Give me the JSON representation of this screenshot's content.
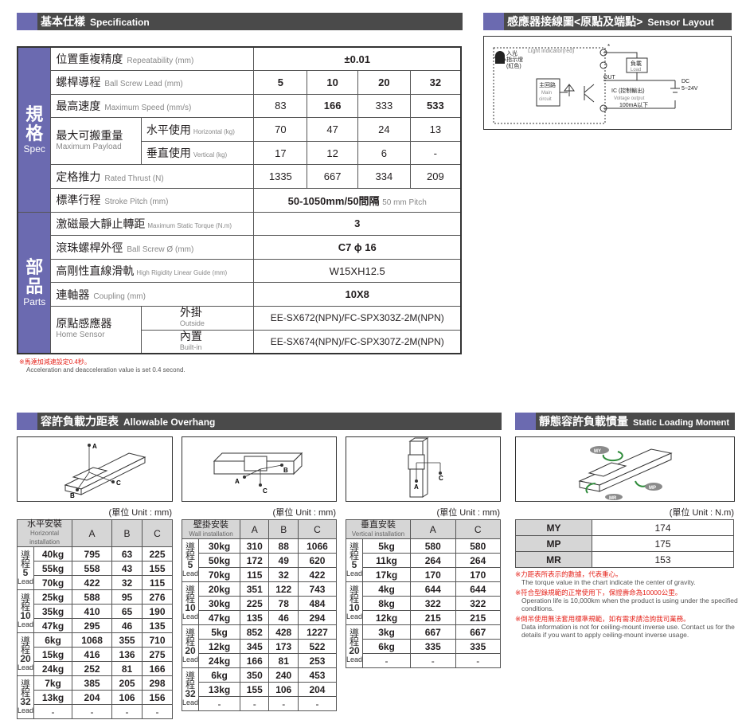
{
  "spec_header": {
    "zh": "基本仕樣",
    "en": "Specification"
  },
  "sensor_header": {
    "zh": "感應器接線圖<原點及端點>",
    "en": "Sensor Layout"
  },
  "overhang_header": {
    "zh": "容許負載力距表",
    "en": "Allowable Overhang"
  },
  "moment_header": {
    "zh": "靜態容許負載慣量",
    "en": "Static Loading Moment"
  },
  "spec": {
    "side1": {
      "zh1": "規",
      "zh2": "格",
      "en": "Spec"
    },
    "side2": {
      "zh1": "部",
      "zh2": "品",
      "en": "Parts"
    },
    "rows": {
      "repeat": {
        "zh": "位置重複精度",
        "en": "Repeatability (mm)",
        "value": "±0.01"
      },
      "lead": {
        "zh": "螺桿導程",
        "en": "Ball Screw Lead (mm)",
        "values": [
          "5",
          "10",
          "20",
          "32"
        ]
      },
      "speed": {
        "zh": "最高速度",
        "en": "Maximum Speed (mm/s)",
        "values": [
          "83",
          "166",
          "333",
          "533"
        ]
      },
      "payload": {
        "zh": "最大可搬重量",
        "en": "Maximum Payload",
        "h_zh": "水平使用",
        "h_en": "Horizontal (kg)",
        "h_values": [
          "70",
          "47",
          "24",
          "13"
        ],
        "v_zh": "垂直使用",
        "v_en": "Vertical (kg)",
        "v_values": [
          "17",
          "12",
          "6",
          "-"
        ]
      },
      "thrust": {
        "zh": "定格推力",
        "en": "Rated Thrust (N)",
        "values": [
          "1335",
          "667",
          "334",
          "209"
        ]
      },
      "stroke": {
        "zh": "標準行程",
        "en": "Stroke Pitch (mm)",
        "value": "50-1050mm/50間隔",
        "value_en": "50 mm Pitch"
      },
      "torque": {
        "zh": "激磁最大靜止轉距",
        "en": "Maximum Static Torque (N.m)",
        "value": "3"
      },
      "screw": {
        "zh": "滾珠螺桿外徑",
        "en": "Ball Screw Ø (mm)",
        "value": "C7 ϕ 16"
      },
      "guide": {
        "zh": "高剛性直線滑軌",
        "en": "High Rigidity Linear Guide (mm)",
        "value": "W15XH12.5"
      },
      "coupling": {
        "zh": "連軸器",
        "en": "Coupling (mm)",
        "value": "10X8"
      },
      "home": {
        "zh": "原點感應器",
        "en": "Home Sensor",
        "out_zh": "外掛",
        "out_en": "Outside",
        "out_value": "EE-SX672(NPN)/FC-SPX303Z-2M(NPN)",
        "in_zh": "內置",
        "in_en": "Built-in",
        "in_value": "EE-SX674(NPN)/FC-SPX307Z-2M(NPN)"
      }
    }
  },
  "spec_note": {
    "red": "※馬達加減速設定0.4秒。",
    "gray": "Acceleration and deacceleration value is set 0.4 second."
  },
  "sensor": {
    "light": "Light indicator(red)",
    "light_zh1": "入光",
    "light_zh2": "指示燈",
    "light_zh3": "(紅色)",
    "main_zh": "主回路",
    "main_en1": "Main",
    "main_en2": "circuit",
    "load_zh": "負載",
    "load_en": "Load",
    "out": "OUT",
    "ic": "IC (控制輸出)",
    "vout": "Voltage output",
    "ma": "100mA以下",
    "dc": "DC",
    "dcv": "5~24V",
    "plus": "⊕",
    "minus": "⊖",
    "star": "*",
    "o": "◎"
  },
  "units": {
    "mm": "(單位 Unit : mm)",
    "nm": "(單位 Unit : N.m)"
  },
  "labels": {
    "A": "A",
    "B": "B",
    "C": "C",
    "MY": "MY",
    "MP": "MP",
    "MR": "MR"
  },
  "overhang": {
    "horizontal": {
      "zh": "水平安裝",
      "en": "Horizontal installation",
      "cols": [
        "A",
        "B",
        "C"
      ],
      "groups": [
        {
          "lead_zh": "導程",
          "lead_num": "5",
          "rows": [
            [
              "40kg",
              "795",
              "63",
              "225"
            ],
            [
              "55kg",
              "558",
              "43",
              "155"
            ],
            [
              "70kg",
              "422",
              "32",
              "115"
            ]
          ]
        },
        {
          "lead_zh": "導程",
          "lead_num": "10",
          "rows": [
            [
              "25kg",
              "588",
              "95",
              "276"
            ],
            [
              "35kg",
              "410",
              "65",
              "190"
            ],
            [
              "47kg",
              "295",
              "46",
              "135"
            ]
          ]
        },
        {
          "lead_zh": "導程",
          "lead_num": "20",
          "rows": [
            [
              "6kg",
              "1068",
              "355",
              "710"
            ],
            [
              "15kg",
              "416",
              "136",
              "275"
            ],
            [
              "24kg",
              "252",
              "81",
              "166"
            ]
          ]
        },
        {
          "lead_zh": "導程",
          "lead_num": "32",
          "rows": [
            [
              "7kg",
              "385",
              "205",
              "298"
            ],
            [
              "13kg",
              "204",
              "106",
              "156"
            ],
            [
              "-",
              "-",
              "-",
              "-"
            ]
          ]
        }
      ]
    },
    "wall": {
      "zh": "壁掛安裝",
      "en": "Wall installation",
      "cols": [
        "A",
        "B",
        "C"
      ],
      "groups": [
        {
          "lead_zh": "導程",
          "lead_num": "5",
          "rows": [
            [
              "30kg",
              "310",
              "88",
              "1066"
            ],
            [
              "50kg",
              "172",
              "49",
              "620"
            ],
            [
              "70kg",
              "115",
              "32",
              "422"
            ]
          ]
        },
        {
          "lead_zh": "導程",
          "lead_num": "10",
          "rows": [
            [
              "20kg",
              "351",
              "122",
              "743"
            ],
            [
              "30kg",
              "225",
              "78",
              "484"
            ],
            [
              "47kg",
              "135",
              "46",
              "294"
            ]
          ]
        },
        {
          "lead_zh": "導程",
          "lead_num": "20",
          "rows": [
            [
              "5kg",
              "852",
              "428",
              "1227"
            ],
            [
              "12kg",
              "345",
              "173",
              "522"
            ],
            [
              "24kg",
              "166",
              "81",
              "253"
            ]
          ]
        },
        {
          "lead_zh": "導程",
          "lead_num": "32",
          "rows": [
            [
              "6kg",
              "350",
              "240",
              "453"
            ],
            [
              "13kg",
              "155",
              "106",
              "204"
            ],
            [
              "-",
              "-",
              "-",
              "-"
            ]
          ]
        }
      ]
    },
    "vertical": {
      "zh": "垂直安裝",
      "en": "Vertical installation",
      "cols": [
        "A",
        "C"
      ],
      "groups": [
        {
          "lead_zh": "導程",
          "lead_num": "5",
          "rows": [
            [
              "5kg",
              "580",
              "580"
            ],
            [
              "11kg",
              "264",
              "264"
            ],
            [
              "17kg",
              "170",
              "170"
            ]
          ]
        },
        {
          "lead_zh": "導程",
          "lead_num": "10",
          "rows": [
            [
              "4kg",
              "644",
              "644"
            ],
            [
              "8kg",
              "322",
              "322"
            ],
            [
              "12kg",
              "215",
              "215"
            ]
          ]
        },
        {
          "lead_zh": "導程",
          "lead_num": "20",
          "rows": [
            [
              "3kg",
              "667",
              "667"
            ],
            [
              "6kg",
              "335",
              "335"
            ],
            [
              "-",
              "-",
              "-"
            ]
          ]
        }
      ]
    }
  },
  "lead_en": "Lead",
  "moment": {
    "rows": [
      [
        "MY",
        "174"
      ],
      [
        "MP",
        "175"
      ],
      [
        "MR",
        "153"
      ]
    ]
  },
  "moment_notes": [
    {
      "red": "※力距表所表示的數據，代表重心。",
      "gray": "The torque value in the chart indicate the center of gravity."
    },
    {
      "red": "※符合型錄規範的正常使用下，保證壽命為10000公里。",
      "gray": "Operation life is 10,000km when the product is using under the specified conditions."
    },
    {
      "red": "※倒吊使用無法套用標準規範，如有需求請洽詢我司業務。",
      "gray": "Data information is not for ceiling-mount inverse use. Contact us for the details if you want to apply ceiling-mount inverse usage."
    }
  ]
}
